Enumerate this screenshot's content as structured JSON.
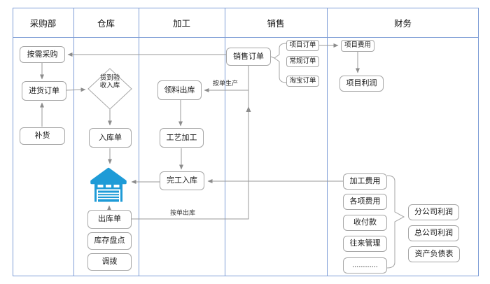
{
  "lanes": [
    {
      "label": "采购部"
    },
    {
      "label": "仓库"
    },
    {
      "label": "加工"
    },
    {
      "label": "销售"
    },
    {
      "label": "财务"
    }
  ],
  "nodes": {
    "demand_purchase": {
      "label": "按需采购"
    },
    "purchase_order": {
      "label": "进货订单"
    },
    "replenish": {
      "label": "补货"
    },
    "arrival_inspection": {
      "label_line1": "货到验",
      "label_line2": "收入库"
    },
    "inbound_note": {
      "label": "入库单"
    },
    "outbound_note": {
      "label": "出库单"
    },
    "stocktake": {
      "label": "库存盘点"
    },
    "transfer": {
      "label": "调拨"
    },
    "material_issue": {
      "label": "领料出库"
    },
    "craft_processing": {
      "label": "工艺加工"
    },
    "finished_inbound": {
      "label": "完工入库"
    },
    "sales_order": {
      "label": "销售订单"
    },
    "project_order": {
      "label": "项目订单"
    },
    "regular_order": {
      "label": "常规订单"
    },
    "taobao_order": {
      "label": "淘宝订单"
    },
    "project_expense": {
      "label": "项目费用"
    },
    "project_profit": {
      "label": "项目利润"
    },
    "processing_fee": {
      "label": "加工费用"
    },
    "misc_fees": {
      "label": "各项费用"
    },
    "payments": {
      "label": "收付款"
    },
    "transactions_mgmt": {
      "label": "往来管理"
    },
    "more_items": {
      "label": "............"
    },
    "branch_profit": {
      "label": "分公司利润"
    },
    "hq_profit": {
      "label": "总公司利润"
    },
    "balance_sheet": {
      "label": "资产负债表"
    }
  },
  "edge_labels": {
    "make_to_order": "按单生产",
    "outbound_by_order": "按单出库"
  },
  "icons": {
    "warehouse": "warehouse-icon"
  },
  "colors": {
    "lane_border": "#7E9DD6",
    "box_border": "#A6A6A6",
    "connector": "#999999",
    "warehouse_blue": "#1E9BD7"
  }
}
